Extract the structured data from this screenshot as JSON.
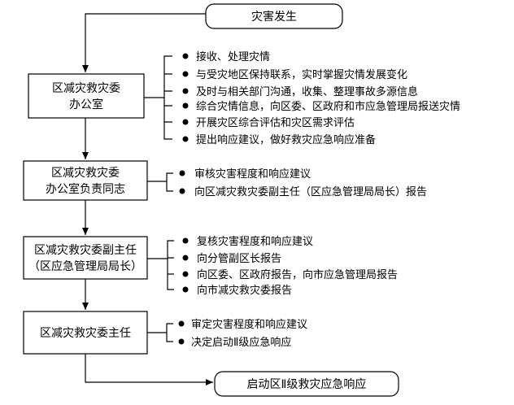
{
  "flow": {
    "start": "灾害发生",
    "nodes": [
      {
        "lines": [
          "区减灾救灾委",
          "办公室"
        ],
        "items": [
          "接收、处理灾情",
          "与受灾地区保持联系，实时掌握灾情发展变化",
          "及时与相关部门沟通，收集、整理事故多源信息",
          "综合灾情信息，向区委、区政府和市应急管理局报送灾情",
          "开展灾区综合评估和灾区需求评估",
          "提出响应建议，做好救灾应急响应准备"
        ]
      },
      {
        "lines": [
          "区减灾救灾委",
          "办公室负责同志"
        ],
        "items": [
          "审核灾害程度和响应建议",
          "向区减灾救灾委副主任（区应急管理局局长）报告"
        ]
      },
      {
        "lines": [
          "区减灾救灾委副主任",
          "（区应急管理局局长）"
        ],
        "items": [
          "复核灾害程度和响应建议",
          "向分管副区长报告",
          "向区委、区政府报告，向市应急管理局报告",
          "向市减灾救灾委报告"
        ]
      },
      {
        "lines": [
          "区减灾救灾委主任"
        ],
        "items": [
          "审定灾害程度和响应建议",
          "决定启动Ⅱ级应急响应"
        ]
      }
    ],
    "end": "启动区Ⅱ级救灾应急响应"
  }
}
